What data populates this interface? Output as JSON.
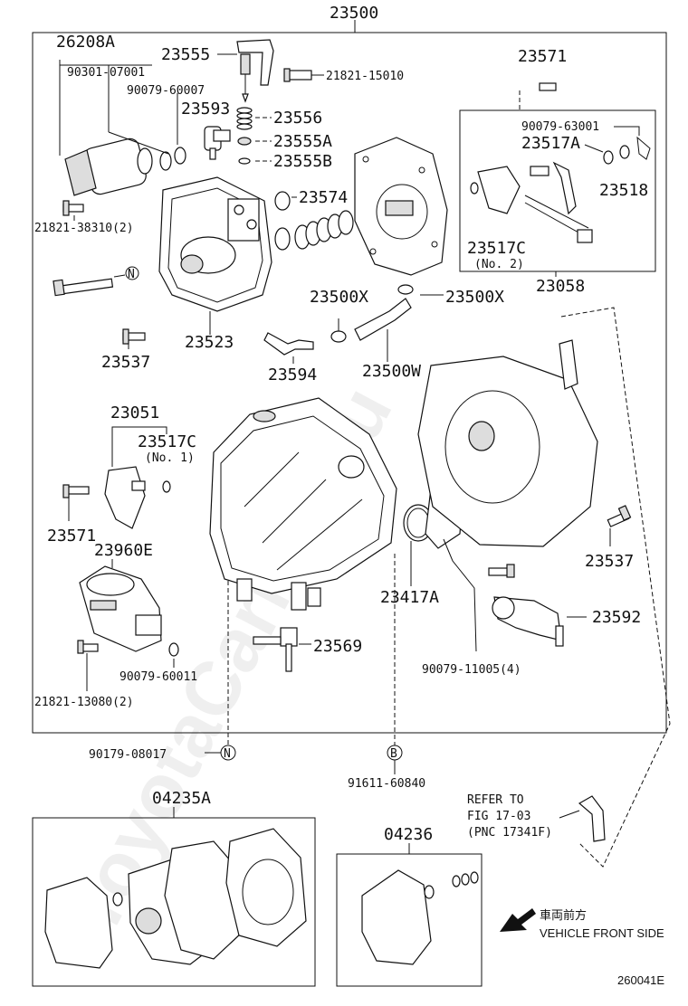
{
  "diagram": {
    "main_part": "23500",
    "labels": {
      "p26208A": "26208A",
      "p90301_07001": "90301-07001",
      "p90079_60007": "90079-60007",
      "p23555": "23555",
      "p21821_15010": "21821-15010",
      "p23593": "23593",
      "p23556": "23556",
      "p23555A": "23555A",
      "p23555B": "23555B",
      "p23574": "23574",
      "p21821_38310": "21821-38310(2)",
      "p23523": "23523",
      "p23537a": "23537",
      "p23571a": "23571",
      "p90079_63001": "90079-63001",
      "p23517A": "23517A",
      "p23518": "23518",
      "p23517C_top": "23517C",
      "p23517C_top_sub": "(No. 2)",
      "p23058": "23058",
      "p23500X_1": "23500X",
      "p23500X_2": "23500X",
      "p23594": "23594",
      "p23500W": "23500W",
      "p23051": "23051",
      "p23517C_mid": "23517C",
      "p23517C_mid_sub": "(No. 1)",
      "p23571b": "23571",
      "p23960E": "23960E",
      "p90079_60011": "90079-60011",
      "p21821_13080": "21821-13080(2)",
      "p23569": "23569",
      "p23417A": "23417A",
      "p23537b": "23537",
      "p23592": "23592",
      "p90079_11005": "90079-11005(4)",
      "p90179_08017": "90179-08017",
      "p91611_60840": "91611-60840",
      "marker_N": "N",
      "marker_B": "B",
      "p04235A": "04235A",
      "p04236": "04236",
      "refer_1": "REFER TO",
      "refer_2": "FIG 17-03",
      "refer_3": "(PNC 17341F)",
      "front_jp": "車両前方",
      "front_en": "VEHICLE FRONT SIDE",
      "fig_id": "260041E"
    },
    "watermark": "ToyotaCarMill.eu"
  }
}
